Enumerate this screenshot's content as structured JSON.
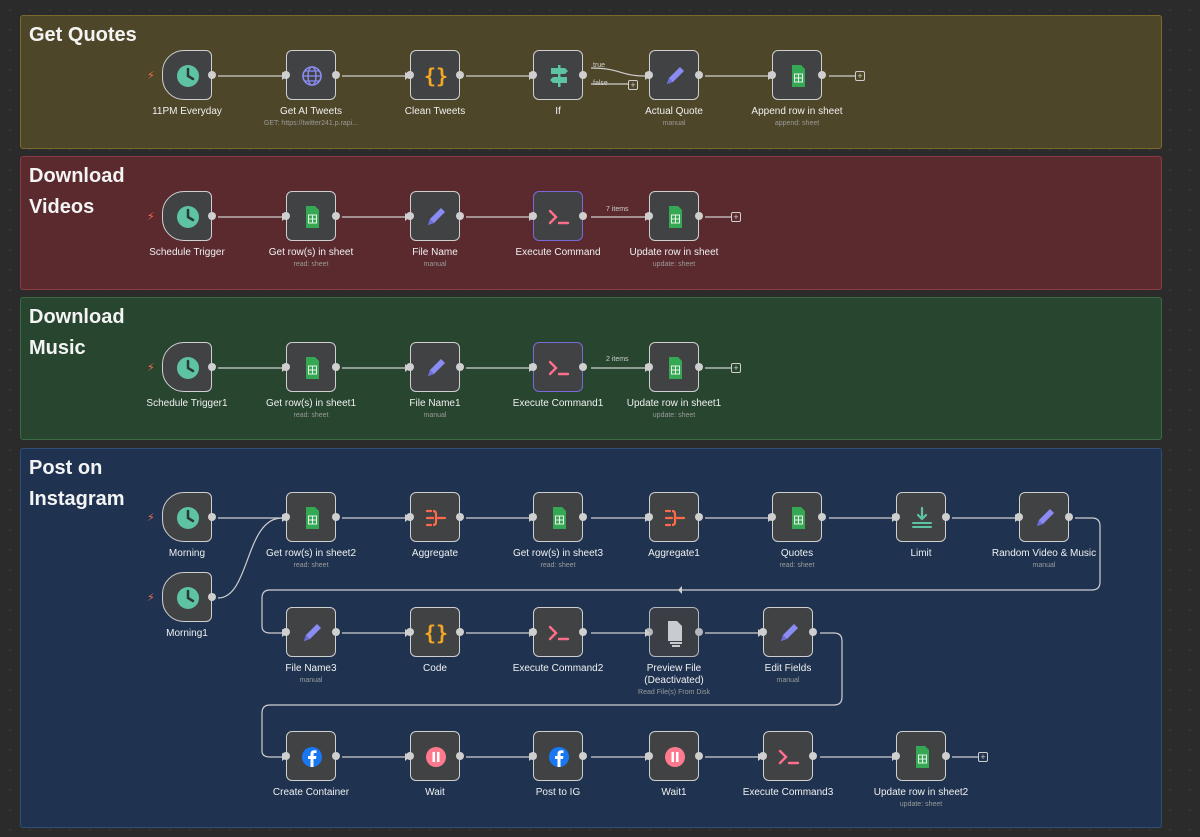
{
  "colors": {
    "yellow": "#4e4628",
    "red": "#5a2a2e",
    "green": "#27452f",
    "blue": "#1f3350"
  },
  "stickies": [
    {
      "title": "Get Quotes",
      "color": "#4e4628",
      "border": "#7a6a2e"
    },
    {
      "title": "Download\nVideos",
      "color": "#5a2a2e",
      "border": "#8a3a40"
    },
    {
      "title": "Download\nMusic",
      "color": "#27452f",
      "border": "#3a6a44"
    },
    {
      "title": "Post on\nInstagram",
      "color": "#1f3350",
      "border": "#2e4e78"
    }
  ],
  "nodes": [
    {
      "label": "11PM Everyday",
      "sub": "",
      "icon": "clock-icon"
    },
    {
      "label": "Get AI Tweets",
      "sub": "GET: https://twitter241.p.rapi...",
      "icon": "globe-icon"
    },
    {
      "label": "Clean Tweets",
      "sub": "",
      "icon": "code-braces-icon"
    },
    {
      "label": "If",
      "sub": "",
      "icon": "signpost-icon"
    },
    {
      "label": "Actual Quote",
      "sub": "manual",
      "icon": "pencil-icon"
    },
    {
      "label": "Append row in sheet",
      "sub": "append: sheet",
      "icon": "sheets-icon"
    },
    {
      "label": "Schedule Trigger",
      "sub": "",
      "icon": "clock-icon"
    },
    {
      "label": "Get row(s) in sheet",
      "sub": "read: sheet",
      "icon": "sheets-icon"
    },
    {
      "label": "File Name",
      "sub": "manual",
      "icon": "pencil-icon"
    },
    {
      "label": "Execute Command",
      "sub": "",
      "icon": "terminal-icon"
    },
    {
      "label": "Update row in sheet",
      "sub": "update: sheet",
      "icon": "sheets-icon"
    },
    {
      "label": "Schedule Trigger1",
      "sub": "",
      "icon": "clock-icon"
    },
    {
      "label": "Get row(s) in sheet1",
      "sub": "read: sheet",
      "icon": "sheets-icon"
    },
    {
      "label": "File Name1",
      "sub": "manual",
      "icon": "pencil-icon"
    },
    {
      "label": "Execute Command1",
      "sub": "",
      "icon": "terminal-icon"
    },
    {
      "label": "Update row in sheet1",
      "sub": "update: sheet",
      "icon": "sheets-icon"
    },
    {
      "label": "Morning",
      "sub": "",
      "icon": "clock-icon"
    },
    {
      "label": "Morning1",
      "sub": "",
      "icon": "clock-icon"
    },
    {
      "label": "Get row(s) in sheet2",
      "sub": "read: sheet",
      "icon": "sheets-icon"
    },
    {
      "label": "Aggregate",
      "sub": "",
      "icon": "aggregate-icon"
    },
    {
      "label": "Get row(s) in sheet3",
      "sub": "read: sheet",
      "icon": "sheets-icon"
    },
    {
      "label": "Aggregate1",
      "sub": "",
      "icon": "aggregate-icon"
    },
    {
      "label": "Quotes",
      "sub": "read: sheet",
      "icon": "sheets-icon"
    },
    {
      "label": "Limit",
      "sub": "",
      "icon": "limit-icon"
    },
    {
      "label": "Random Video & Music",
      "sub": "manual",
      "icon": "pencil-icon"
    },
    {
      "label": "File Name3",
      "sub": "manual",
      "icon": "pencil-icon"
    },
    {
      "label": "Code",
      "sub": "",
      "icon": "code-braces-icon"
    },
    {
      "label": "Execute Command2",
      "sub": "",
      "icon": "terminal-icon"
    },
    {
      "label": "Preview File\n(Deactivated)",
      "sub": "Read File(s) From Disk",
      "icon": "file-icon"
    },
    {
      "label": "Edit Fields",
      "sub": "manual",
      "icon": "pencil-icon"
    },
    {
      "label": "Create Container",
      "sub": "",
      "icon": "facebook-icon"
    },
    {
      "label": "Wait",
      "sub": "",
      "icon": "pause-icon"
    },
    {
      "label": "Post to IG",
      "sub": "",
      "icon": "facebook-icon"
    },
    {
      "label": "Wait1",
      "sub": "",
      "icon": "pause-icon"
    },
    {
      "label": "Execute Command3",
      "sub": "",
      "icon": "terminal-icon"
    },
    {
      "label": "Update row in sheet2",
      "sub": "update: sheet",
      "icon": "sheets-icon"
    }
  ],
  "edge_labels": {
    "true": "true",
    "false": "false",
    "items7": "7 items",
    "items2": "2 items"
  }
}
